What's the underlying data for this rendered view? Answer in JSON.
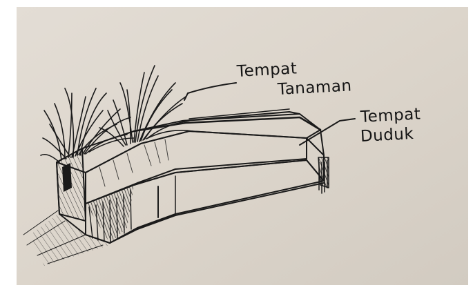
{
  "labels": {
    "planter_line1": "Tempat",
    "planter_line2": "Tanaman",
    "seat_line1": "Tempat",
    "seat_line2": "Duduk"
  },
  "colors": {
    "paper": "#ddd6cd",
    "ink": "#1a1a1a"
  }
}
